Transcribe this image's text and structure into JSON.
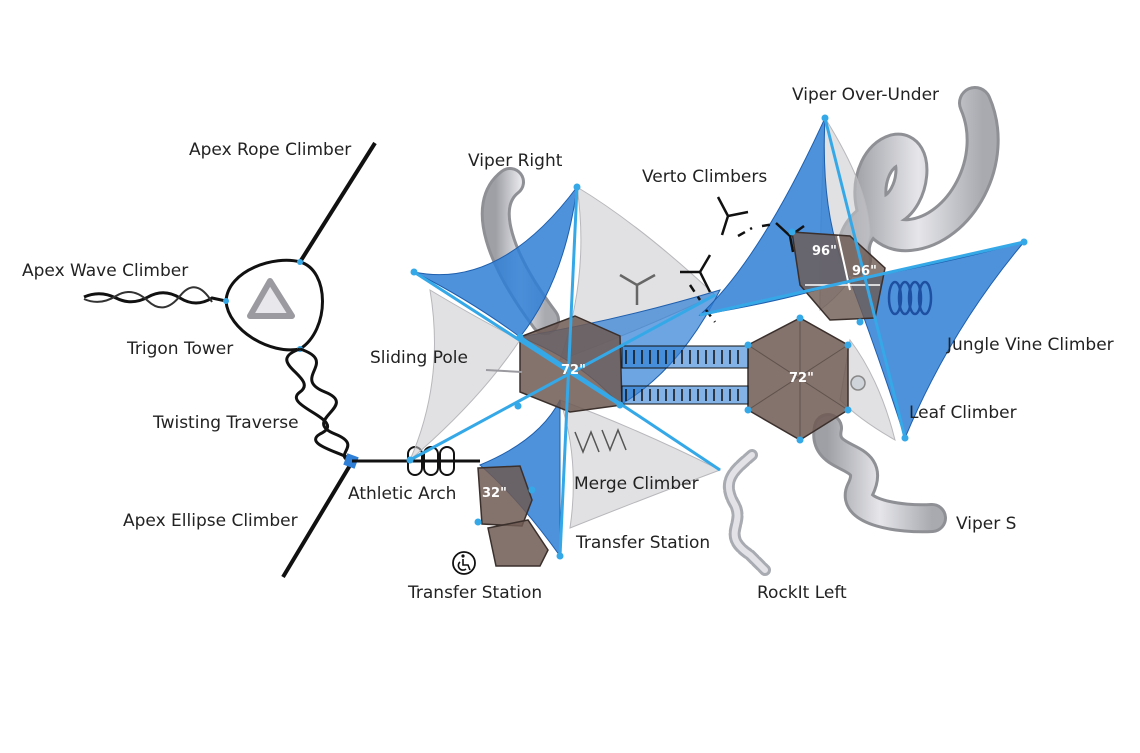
{
  "labels": {
    "apex_rope_climber": "Apex Rope Climber",
    "apex_wave_climber": "Apex Wave Climber",
    "trigon_tower": "Trigon Tower",
    "twisting_traverse": "Twisting Traverse",
    "apex_ellipse_climber": "Apex Ellipse Climber",
    "athletic_arch": "Athletic Arch",
    "transfer_station_left": "Transfer Station",
    "transfer_station_center": "Transfer Station",
    "merge_climber": "Merge Climber",
    "sliding_pole": "Sliding Pole",
    "viper_right": "Viper Right",
    "verto_climbers": "Verto Climbers",
    "viper_over_under": "Viper Over-Under",
    "jungle_vine_climber": "Jungle Vine Climber",
    "leaf_climber": "Leaf Climber",
    "viper_s": "Viper S",
    "rocklt_left": "RockIt Left"
  },
  "deck_heights": {
    "deck_32": "32\"",
    "deck_72_left": "72\"",
    "deck_72_right": "72\"",
    "deck_96_a": "96\"",
    "deck_96_b": "96\""
  },
  "colors": {
    "shade_blue": "#2f7fd6",
    "shade_gray": "#cfcfcf",
    "deck_brown": "#6e5a53",
    "slide_gray": "#c4c4c8",
    "post_blue": "#35a8e8"
  },
  "icons": {
    "accessibility": "wheelchair-icon"
  }
}
